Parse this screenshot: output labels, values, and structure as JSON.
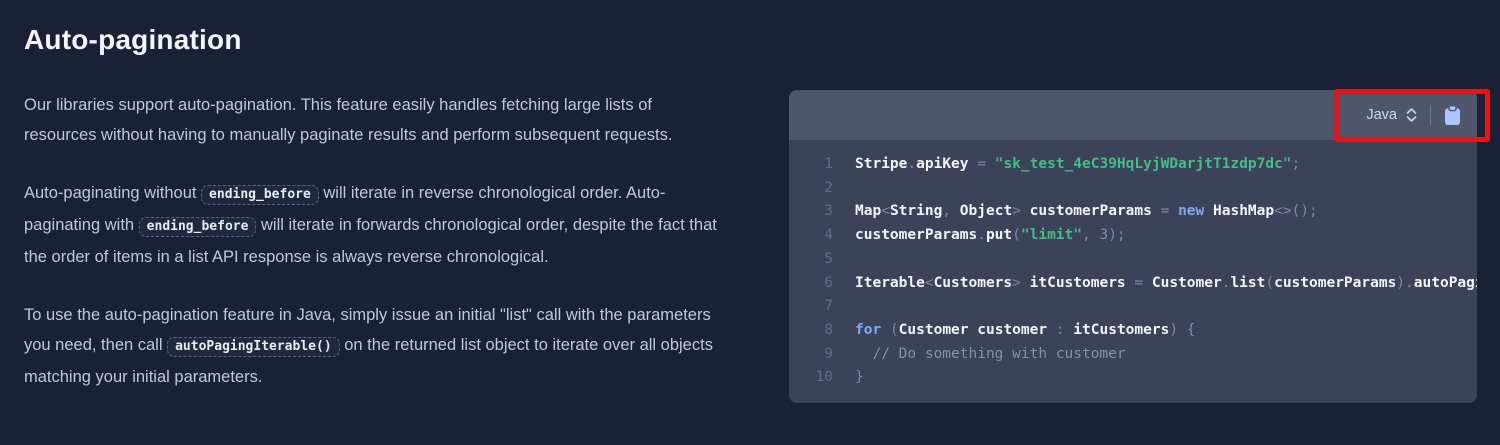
{
  "page": {
    "background": "#1a2136"
  },
  "article": {
    "title": "Auto-pagination",
    "paragraphs": [
      {
        "segments": [
          {
            "type": "text",
            "value": "Our libraries support auto-pagination. This feature easily handles fetching large lists of resources without having to manually paginate results and perform subsequent requests."
          }
        ]
      },
      {
        "segments": [
          {
            "type": "text",
            "value": "Auto-paginating without "
          },
          {
            "type": "code",
            "value": "ending_before"
          },
          {
            "type": "text",
            "value": " will iterate in reverse chronological order. Auto-paginating with "
          },
          {
            "type": "code",
            "value": "ending_before"
          },
          {
            "type": "text",
            "value": " will iterate in forwards chronological order, despite the fact that the order of items in a list API response is always reverse chronological."
          }
        ]
      },
      {
        "segments": [
          {
            "type": "text",
            "value": "To use the auto-pagination feature in Java, simply issue an initial \"list\" call with the parameters you need, then call "
          },
          {
            "type": "code",
            "value": "autoPagingIterable()"
          },
          {
            "type": "text",
            "value": " on the returned list object to iterate over all objects matching your initial parameters."
          }
        ]
      }
    ]
  },
  "code_panel": {
    "language_label": "Java",
    "header_background": "#4f566b",
    "body_background": "#3c4257",
    "copy_icon_color": "#a9c9fb",
    "token_colors": {
      "id": "#f3f7fb",
      "p": "#7e8ba6",
      "k": "#7dabf8",
      "s": "#45bd87",
      "c": "#8792a2",
      "n": "#7e8ba6"
    },
    "lines": [
      {
        "number": 1,
        "tokens": [
          [
            "id",
            "Stripe"
          ],
          [
            "p",
            "."
          ],
          [
            "id",
            "apiKey"
          ],
          [
            "p",
            " = "
          ],
          [
            "s",
            "\"sk_test_4eC39HqLyjWDarjtT1zdp7dc\""
          ],
          [
            "p",
            ";"
          ]
        ]
      },
      {
        "number": 2,
        "tokens": []
      },
      {
        "number": 3,
        "tokens": [
          [
            "id",
            "Map"
          ],
          [
            "p",
            "<"
          ],
          [
            "id",
            "String"
          ],
          [
            "p",
            ", "
          ],
          [
            "id",
            "Object"
          ],
          [
            "p",
            "> "
          ],
          [
            "id",
            "customerParams"
          ],
          [
            "p",
            " = "
          ],
          [
            "k",
            "new"
          ],
          [
            "p",
            " "
          ],
          [
            "id",
            "HashMap"
          ],
          [
            "p",
            "<>();"
          ]
        ]
      },
      {
        "number": 4,
        "tokens": [
          [
            "id",
            "customerParams"
          ],
          [
            "p",
            "."
          ],
          [
            "id",
            "put"
          ],
          [
            "p",
            "("
          ],
          [
            "s",
            "\"limit\""
          ],
          [
            "p",
            ", "
          ],
          [
            "n",
            "3"
          ],
          [
            "p",
            ");"
          ]
        ]
      },
      {
        "number": 5,
        "tokens": []
      },
      {
        "number": 6,
        "tokens": [
          [
            "id",
            "Iterable"
          ],
          [
            "p",
            "<"
          ],
          [
            "id",
            "Customers"
          ],
          [
            "p",
            "> "
          ],
          [
            "id",
            "itCustomers"
          ],
          [
            "p",
            " = "
          ],
          [
            "id",
            "Customer"
          ],
          [
            "p",
            "."
          ],
          [
            "id",
            "list"
          ],
          [
            "p",
            "("
          ],
          [
            "id",
            "customerParams"
          ],
          [
            "p",
            ")."
          ],
          [
            "id",
            "autoPagingIterable"
          ],
          [
            "p",
            "();"
          ]
        ]
      },
      {
        "number": 7,
        "tokens": []
      },
      {
        "number": 8,
        "tokens": [
          [
            "k",
            "for"
          ],
          [
            "p",
            " ("
          ],
          [
            "id",
            "Customer"
          ],
          [
            "p",
            " "
          ],
          [
            "id",
            "customer"
          ],
          [
            "p",
            " : "
          ],
          [
            "id",
            "itCustomers"
          ],
          [
            "p",
            ") {"
          ]
        ]
      },
      {
        "number": 9,
        "tokens": [
          [
            "c",
            "  // Do something with customer"
          ]
        ]
      },
      {
        "number": 10,
        "tokens": [
          [
            "p",
            "}"
          ]
        ]
      }
    ]
  },
  "annotation": {
    "color": "#e01818"
  }
}
